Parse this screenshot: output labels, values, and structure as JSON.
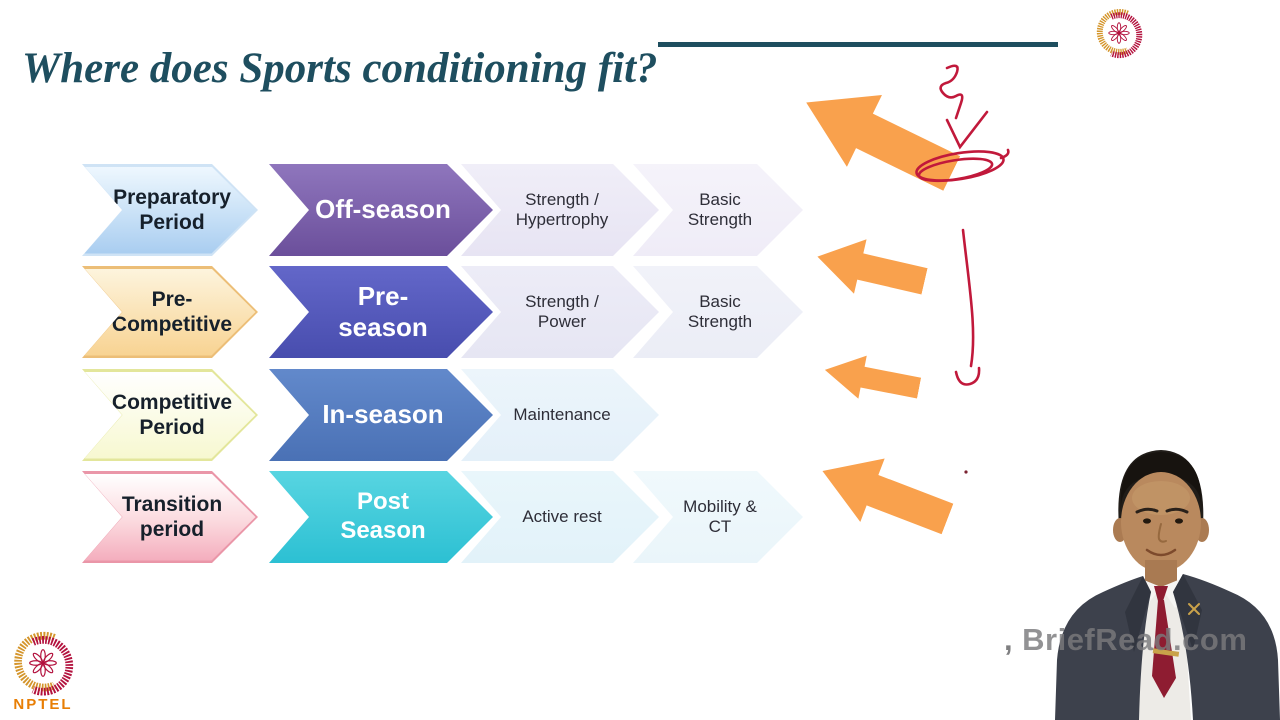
{
  "slide": {
    "title": "Where does Sports conditioning fit?",
    "accent_color": "#1E4E5F"
  },
  "diagram": {
    "rows": [
      {
        "period": "Preparatory\nPeriod",
        "season": "Off-season",
        "phase3": "Strength /\nHypertrophy",
        "phase4": "Basic\nStrength"
      },
      {
        "period": "Pre-\nCompetitive",
        "season": "Pre-season",
        "phase3": "Strength /\nPower",
        "phase4": "Basic\nStrength"
      },
      {
        "period": "Competitive\nPeriod",
        "season": "In-season",
        "phase3": "Maintenance"
      },
      {
        "period": "Transition\nperiod",
        "season": "Post\nSeason",
        "phase3": "Active rest",
        "phase4": "Mobility &\nCT"
      }
    ],
    "colors": {
      "row1_period_fill": "#A9CDF0",
      "row1_season_fill": "#7B5EA8",
      "row2_period_fill": "#F8D392",
      "row2_season_fill": "#5458BC",
      "row3_period_fill": "#F7F8D0",
      "row3_season_fill": "#5B82C6",
      "row4_period_fill": "#F4ADBD",
      "row4_season_fill": "#3FCDDB",
      "light_chevron_fill": "#ECEBF6",
      "arrow_orange": "#F9A14D",
      "pen_red": "#C1193B"
    }
  },
  "branding": {
    "nptel_label": "NPTEL",
    "watermark_mark": ",",
    "watermark_text": "BriefRead.com"
  }
}
